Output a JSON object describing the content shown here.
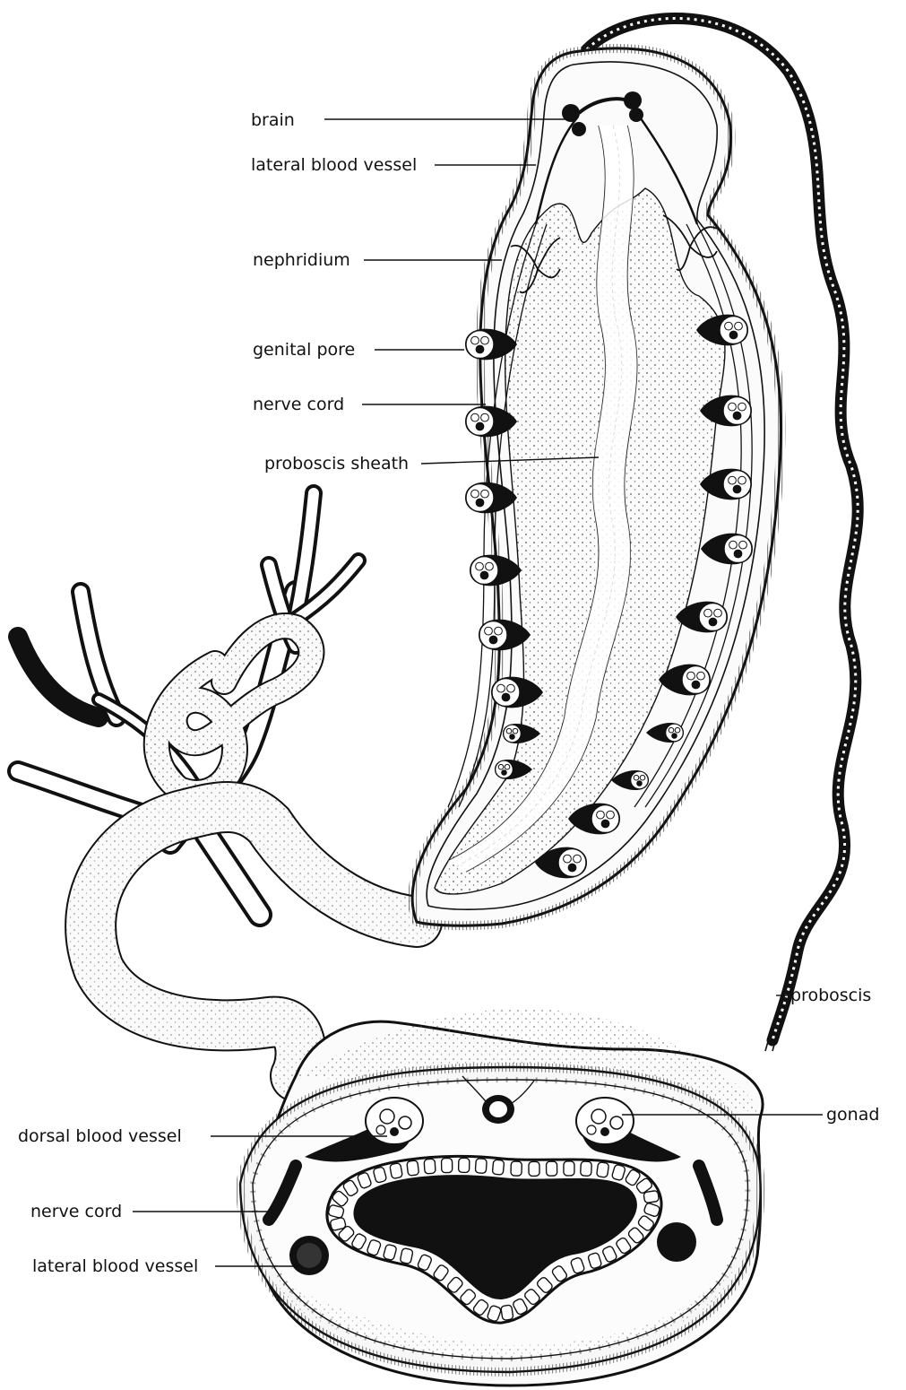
{
  "labels": {
    "brain": "brain",
    "lateral_blood_vessel_top": "lateral blood vessel",
    "nephridium": "nephridium",
    "genital_pore": "genital pore",
    "nerve_cord_top": "nerve cord",
    "proboscis_sheath": "proboscis sheath",
    "proboscis": "proboscis",
    "gonad": "gonad",
    "dorsal_blood_vessel": "dorsal blood vessel",
    "nerve_cord_bottom": "nerve cord",
    "lateral_blood_vessel_bottom": "lateral blood vessel"
  },
  "colors": {
    "ink": "#111111",
    "body": "#f6f6f6",
    "stipple": "#555555"
  }
}
